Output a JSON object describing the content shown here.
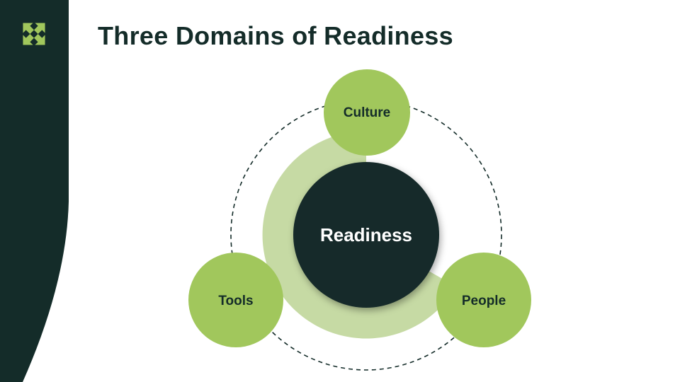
{
  "slide": {
    "title": "Three Domains of Readiness"
  },
  "diagram": {
    "center": {
      "label": "Readiness"
    },
    "domains": [
      {
        "label": "Culture"
      },
      {
        "label": "Tools"
      },
      {
        "label": "People"
      }
    ]
  },
  "colors": {
    "dark_green": "#142c29",
    "light_green": "#a1c75c",
    "pale_green": "#c6daa4",
    "white": "#ffffff"
  },
  "icons": {
    "logo": "green-arrows-logo-icon"
  }
}
